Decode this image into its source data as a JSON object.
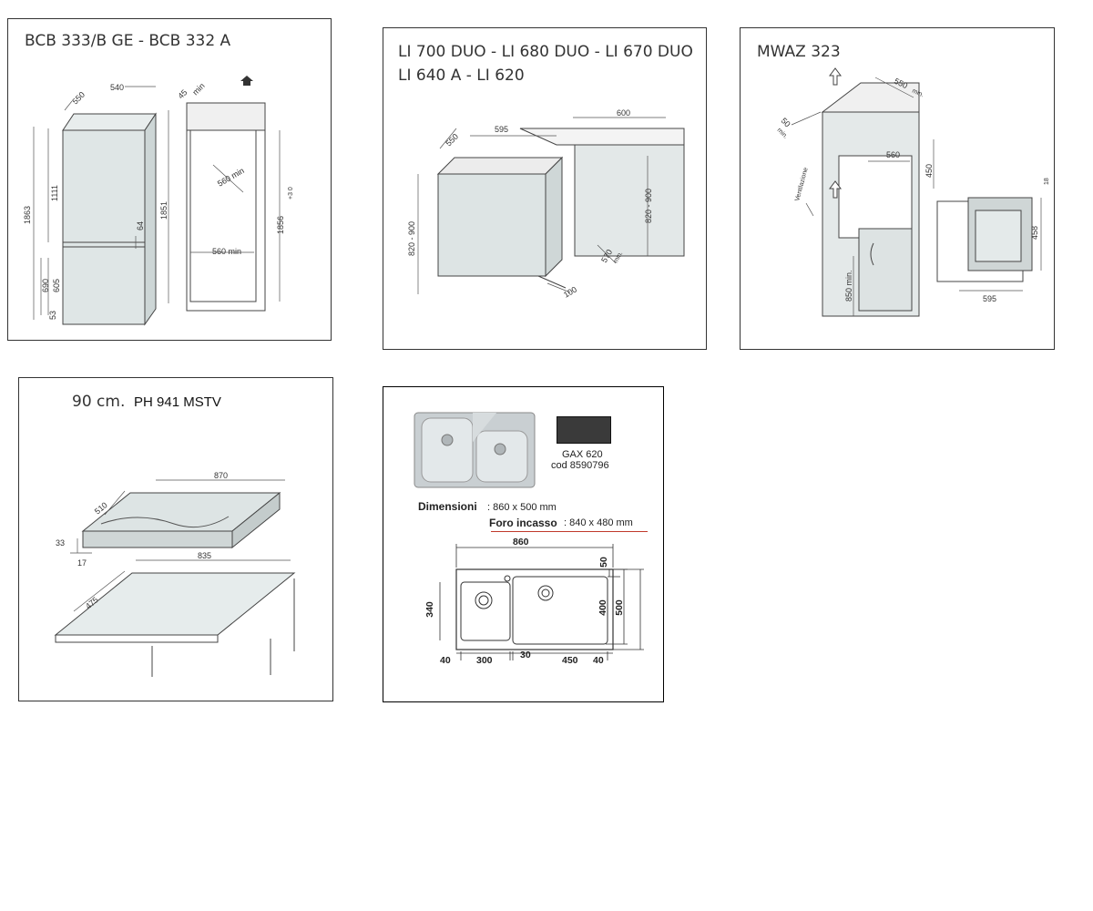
{
  "panels": {
    "fridge": {
      "title": "BCB 333/B GE - BCB 332 A",
      "dims": {
        "d550": "550",
        "d540": "540",
        "d45": "45",
        "min": "min",
        "d1863": "1863",
        "d1111": "1111",
        "d64": "64",
        "d1851": "1851",
        "d690": "690",
        "d605": "605",
        "d53": "53",
        "d560a": "560 min",
        "d560b": "560 min",
        "d1856": "1856",
        "tol": "+3 0"
      }
    },
    "dishwasher": {
      "title_line1": "LI 700 DUO - LI 680 DUO - LI 670 DUO",
      "title_line2": "LI 640 A - LI 620",
      "dims": {
        "d550": "550",
        "d595": "595",
        "d600": "600",
        "d820a": "820 - 900",
        "d820b": "820 - 900",
        "d570": "570",
        "min": "min.",
        "d100": "100"
      }
    },
    "oven": {
      "title": "MWAZ 323",
      "dims": {
        "d550": "550",
        "min": "min.",
        "d50": "50",
        "min2": "min.",
        "d560": "560",
        "d450": "450",
        "vent": "Ventilazione",
        "d850": "850 min.",
        "d595": "595",
        "d458": "458",
        "d18": "18"
      }
    },
    "hob": {
      "title_size": "90 cm.",
      "title_model": "PH 941 MSTV",
      "dims": {
        "d870": "870",
        "d510": "510",
        "d33": "33",
        "d17": "17",
        "d835": "835",
        "d475": "475"
      }
    },
    "sink": {
      "color_code": "GAX 620",
      "color_cod": "cod 8590796",
      "dim_label": "Dimensioni",
      "dim_value": ": 860 x 500 mm",
      "cut_label": "Foro incasso",
      "cut_value": ": 840 x 480 mm",
      "dims": {
        "d860": "860",
        "d50": "50",
        "d340": "340",
        "d400": "400",
        "d500": "500",
        "d40a": "40",
        "d300": "300",
        "d30": "30",
        "d450": "450",
        "d40b": "40"
      },
      "swatch_color": "#3a3a3a",
      "accent_line": "#c0392b"
    }
  }
}
